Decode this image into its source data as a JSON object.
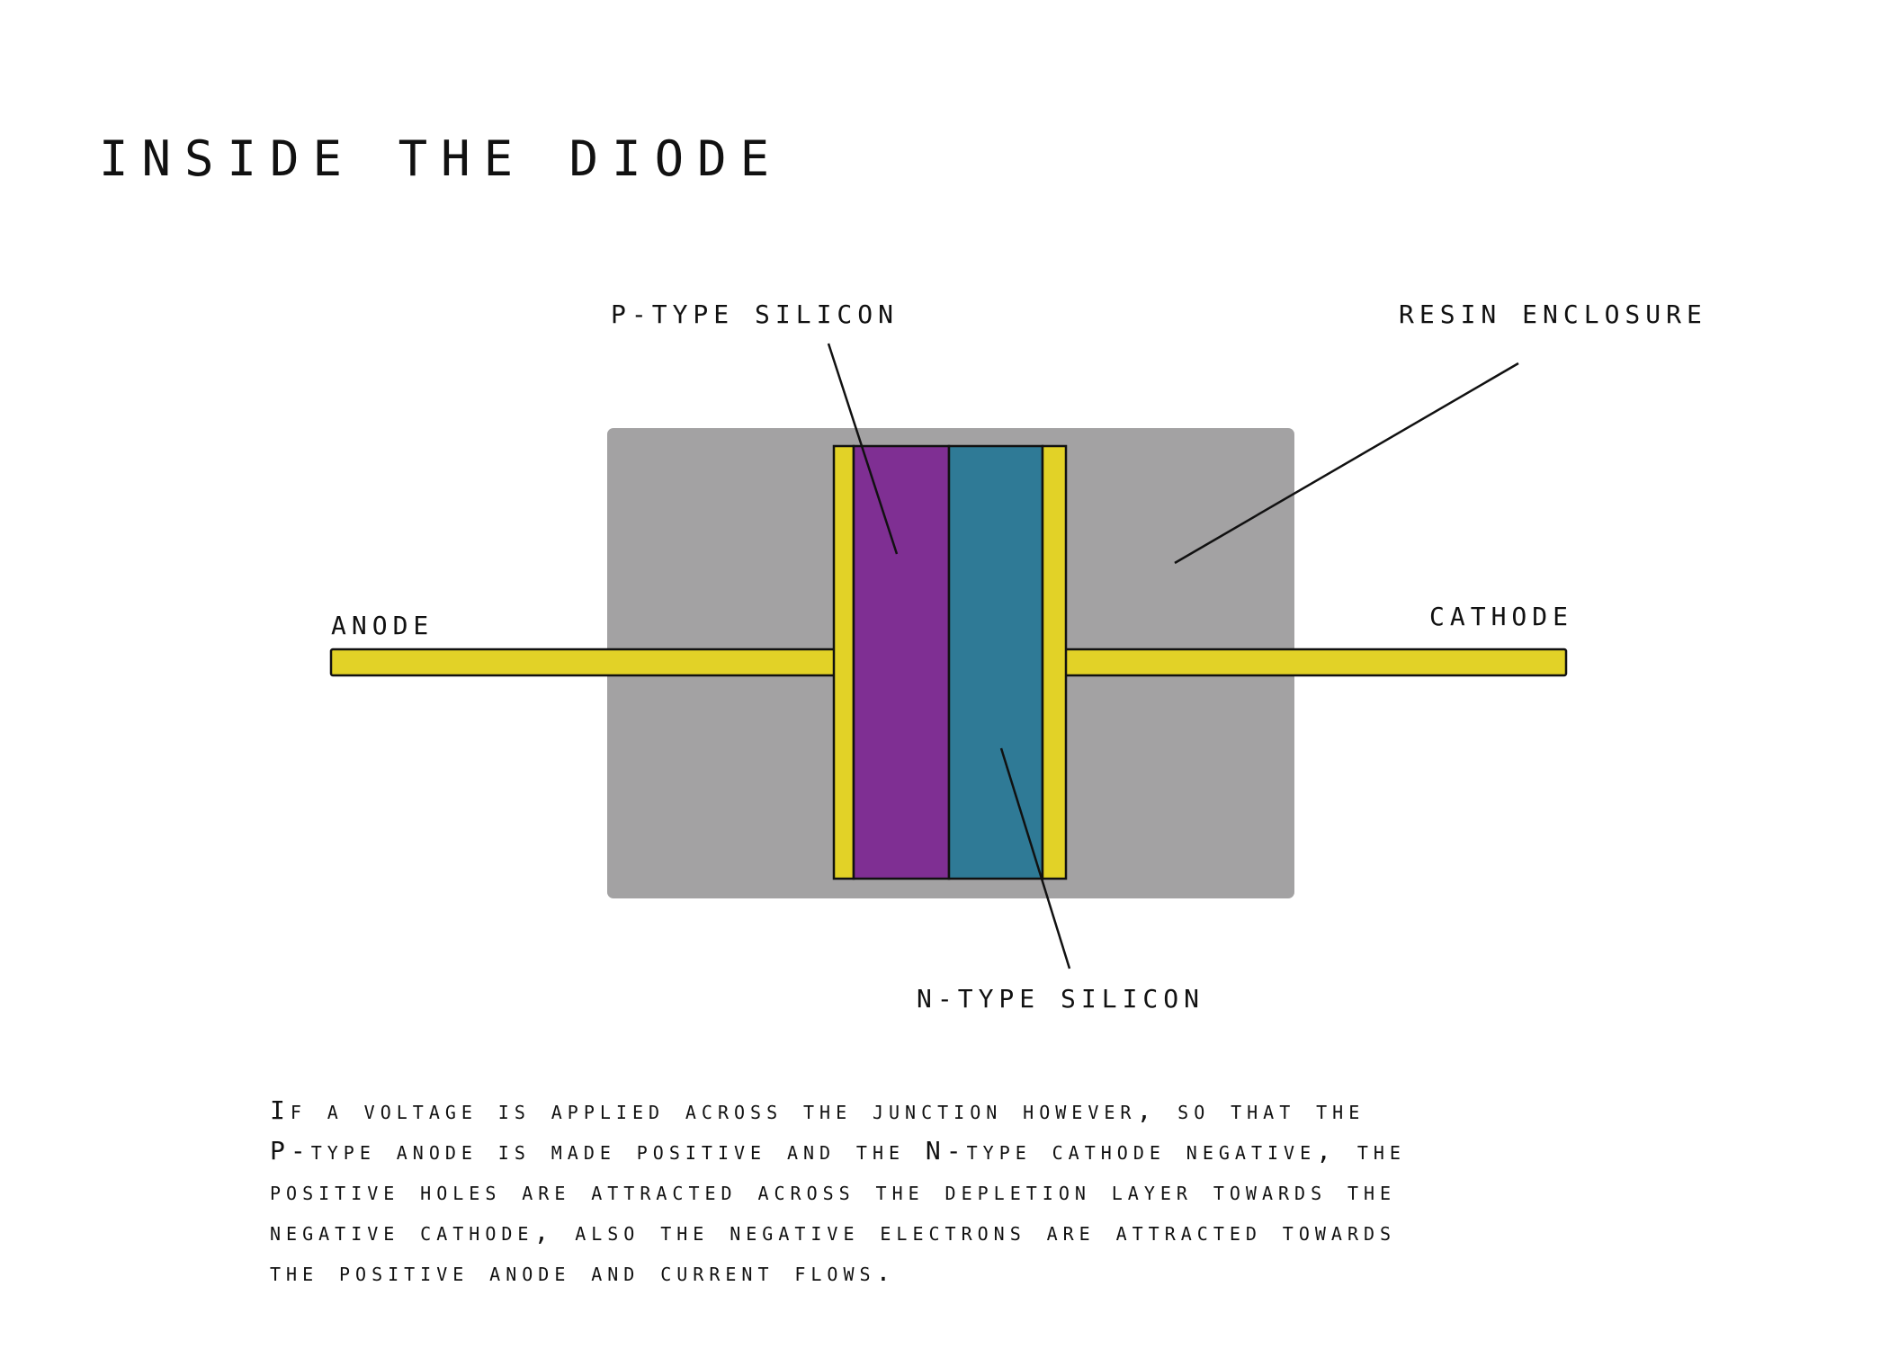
{
  "title": "INSIDE THE DIODE",
  "labels": {
    "p_type": "P-TYPE SILICON",
    "resin": "RESIN ENCLOSURE",
    "anode": "ANODE",
    "cathode": "CATHODE",
    "n_type": "N-TYPE SILICON"
  },
  "description": {
    "lines": [
      "If a voltage is applied across the junction however, so that the",
      "P-type anode is made positive and the N-type cathode negative, the",
      "positive holes are attracted across the depletion layer towards the",
      "negative cathode, also the negative electrons are attracted towards",
      "the positive anode and current flows."
    ]
  },
  "colors": {
    "resin": "#a3a2a3",
    "p_type": "#7f2f93",
    "n_type": "#2f7a96",
    "lead": "#e2d227",
    "outline": "#111111"
  }
}
